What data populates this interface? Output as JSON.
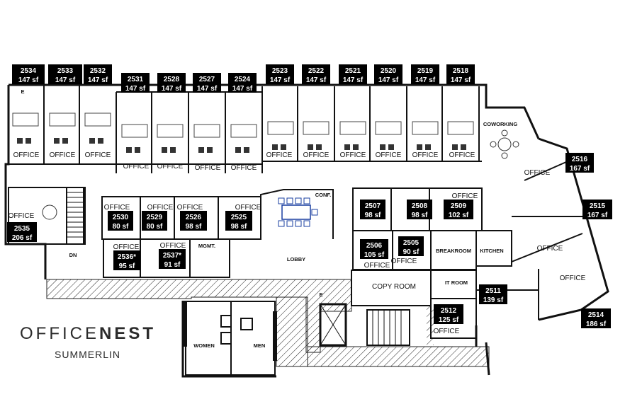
{
  "brand": {
    "name_part1": "OFFICE",
    "name_part2": "NEST",
    "location": "SUMMERLIN"
  },
  "units": [
    {
      "number": "2534",
      "area": "147 sf"
    },
    {
      "number": "2533",
      "area": "147 sf"
    },
    {
      "number": "2532",
      "area": "147 sf"
    },
    {
      "number": "2531",
      "area": "147 sf"
    },
    {
      "number": "2528",
      "area": "147 sf"
    },
    {
      "number": "2527",
      "area": "147 sf"
    },
    {
      "number": "2524",
      "area": "147 sf"
    },
    {
      "number": "2523",
      "area": "147 sf"
    },
    {
      "number": "2522",
      "area": "147 sf"
    },
    {
      "number": "2521",
      "area": "147 sf"
    },
    {
      "number": "2520",
      "area": "147 sf"
    },
    {
      "number": "2519",
      "area": "147 sf"
    },
    {
      "number": "2518",
      "area": "147 sf"
    },
    {
      "number": "2516",
      "area": "167 sf"
    },
    {
      "number": "2515",
      "area": "167 sf"
    },
    {
      "number": "2514",
      "area": "186 sf"
    },
    {
      "number": "2535",
      "area": "206 sf"
    },
    {
      "number": "2530",
      "area": "80 sf"
    },
    {
      "number": "2529",
      "area": "80 sf"
    },
    {
      "number": "2526",
      "area": "98 sf"
    },
    {
      "number": "2525",
      "area": "98 sf"
    },
    {
      "number": "2536*",
      "area": "95 sf"
    },
    {
      "number": "2537*",
      "area": "91 sf"
    },
    {
      "number": "2507",
      "area": "98 sf"
    },
    {
      "number": "2508",
      "area": "98 sf"
    },
    {
      "number": "2509",
      "area": "102 sf"
    },
    {
      "number": "2506",
      "area": "105 sf"
    },
    {
      "number": "2505",
      "area": "90 sf"
    },
    {
      "number": "2511",
      "area": "139 sf"
    },
    {
      "number": "2512",
      "area": "125 sf"
    }
  ],
  "room_labels": [
    "OFFICE",
    "COWORKING",
    "CONF.",
    "MGMT.",
    "LOBBY",
    "BREAKROOM",
    "KITCHEN",
    "COPY ROOM",
    "IT ROOM",
    "WOMEN",
    "MEN",
    "DN",
    "E"
  ]
}
